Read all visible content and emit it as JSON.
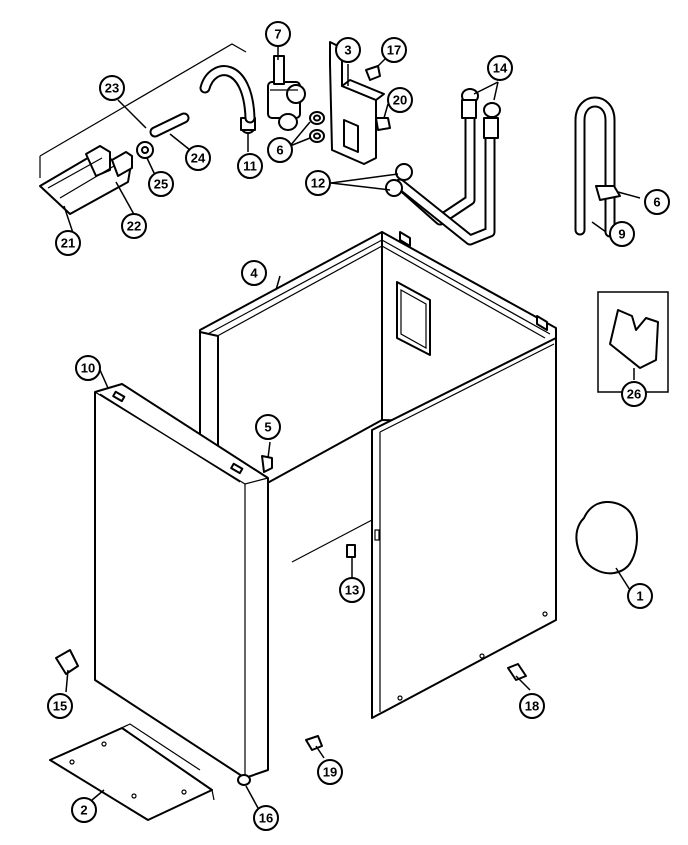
{
  "callouts": [
    {
      "id": "c1",
      "label": "1"
    },
    {
      "id": "c2",
      "label": "2"
    },
    {
      "id": "c3",
      "label": "3"
    },
    {
      "id": "c4",
      "label": "4"
    },
    {
      "id": "c5",
      "label": "5"
    },
    {
      "id": "c6a",
      "label": "6"
    },
    {
      "id": "c6b",
      "label": "6"
    },
    {
      "id": "c7",
      "label": "7"
    },
    {
      "id": "c9",
      "label": "9"
    },
    {
      "id": "c10",
      "label": "10"
    },
    {
      "id": "c11",
      "label": "11"
    },
    {
      "id": "c12",
      "label": "12"
    },
    {
      "id": "c13",
      "label": "13"
    },
    {
      "id": "c14",
      "label": "14"
    },
    {
      "id": "c15",
      "label": "15"
    },
    {
      "id": "c16",
      "label": "16"
    },
    {
      "id": "c17",
      "label": "17"
    },
    {
      "id": "c18",
      "label": "18"
    },
    {
      "id": "c19",
      "label": "19"
    },
    {
      "id": "c20",
      "label": "20"
    },
    {
      "id": "c21",
      "label": "21"
    },
    {
      "id": "c22",
      "label": "22"
    },
    {
      "id": "c23",
      "label": "23"
    },
    {
      "id": "c24",
      "label": "24"
    },
    {
      "id": "c25",
      "label": "25"
    },
    {
      "id": "c26",
      "label": "26"
    }
  ]
}
